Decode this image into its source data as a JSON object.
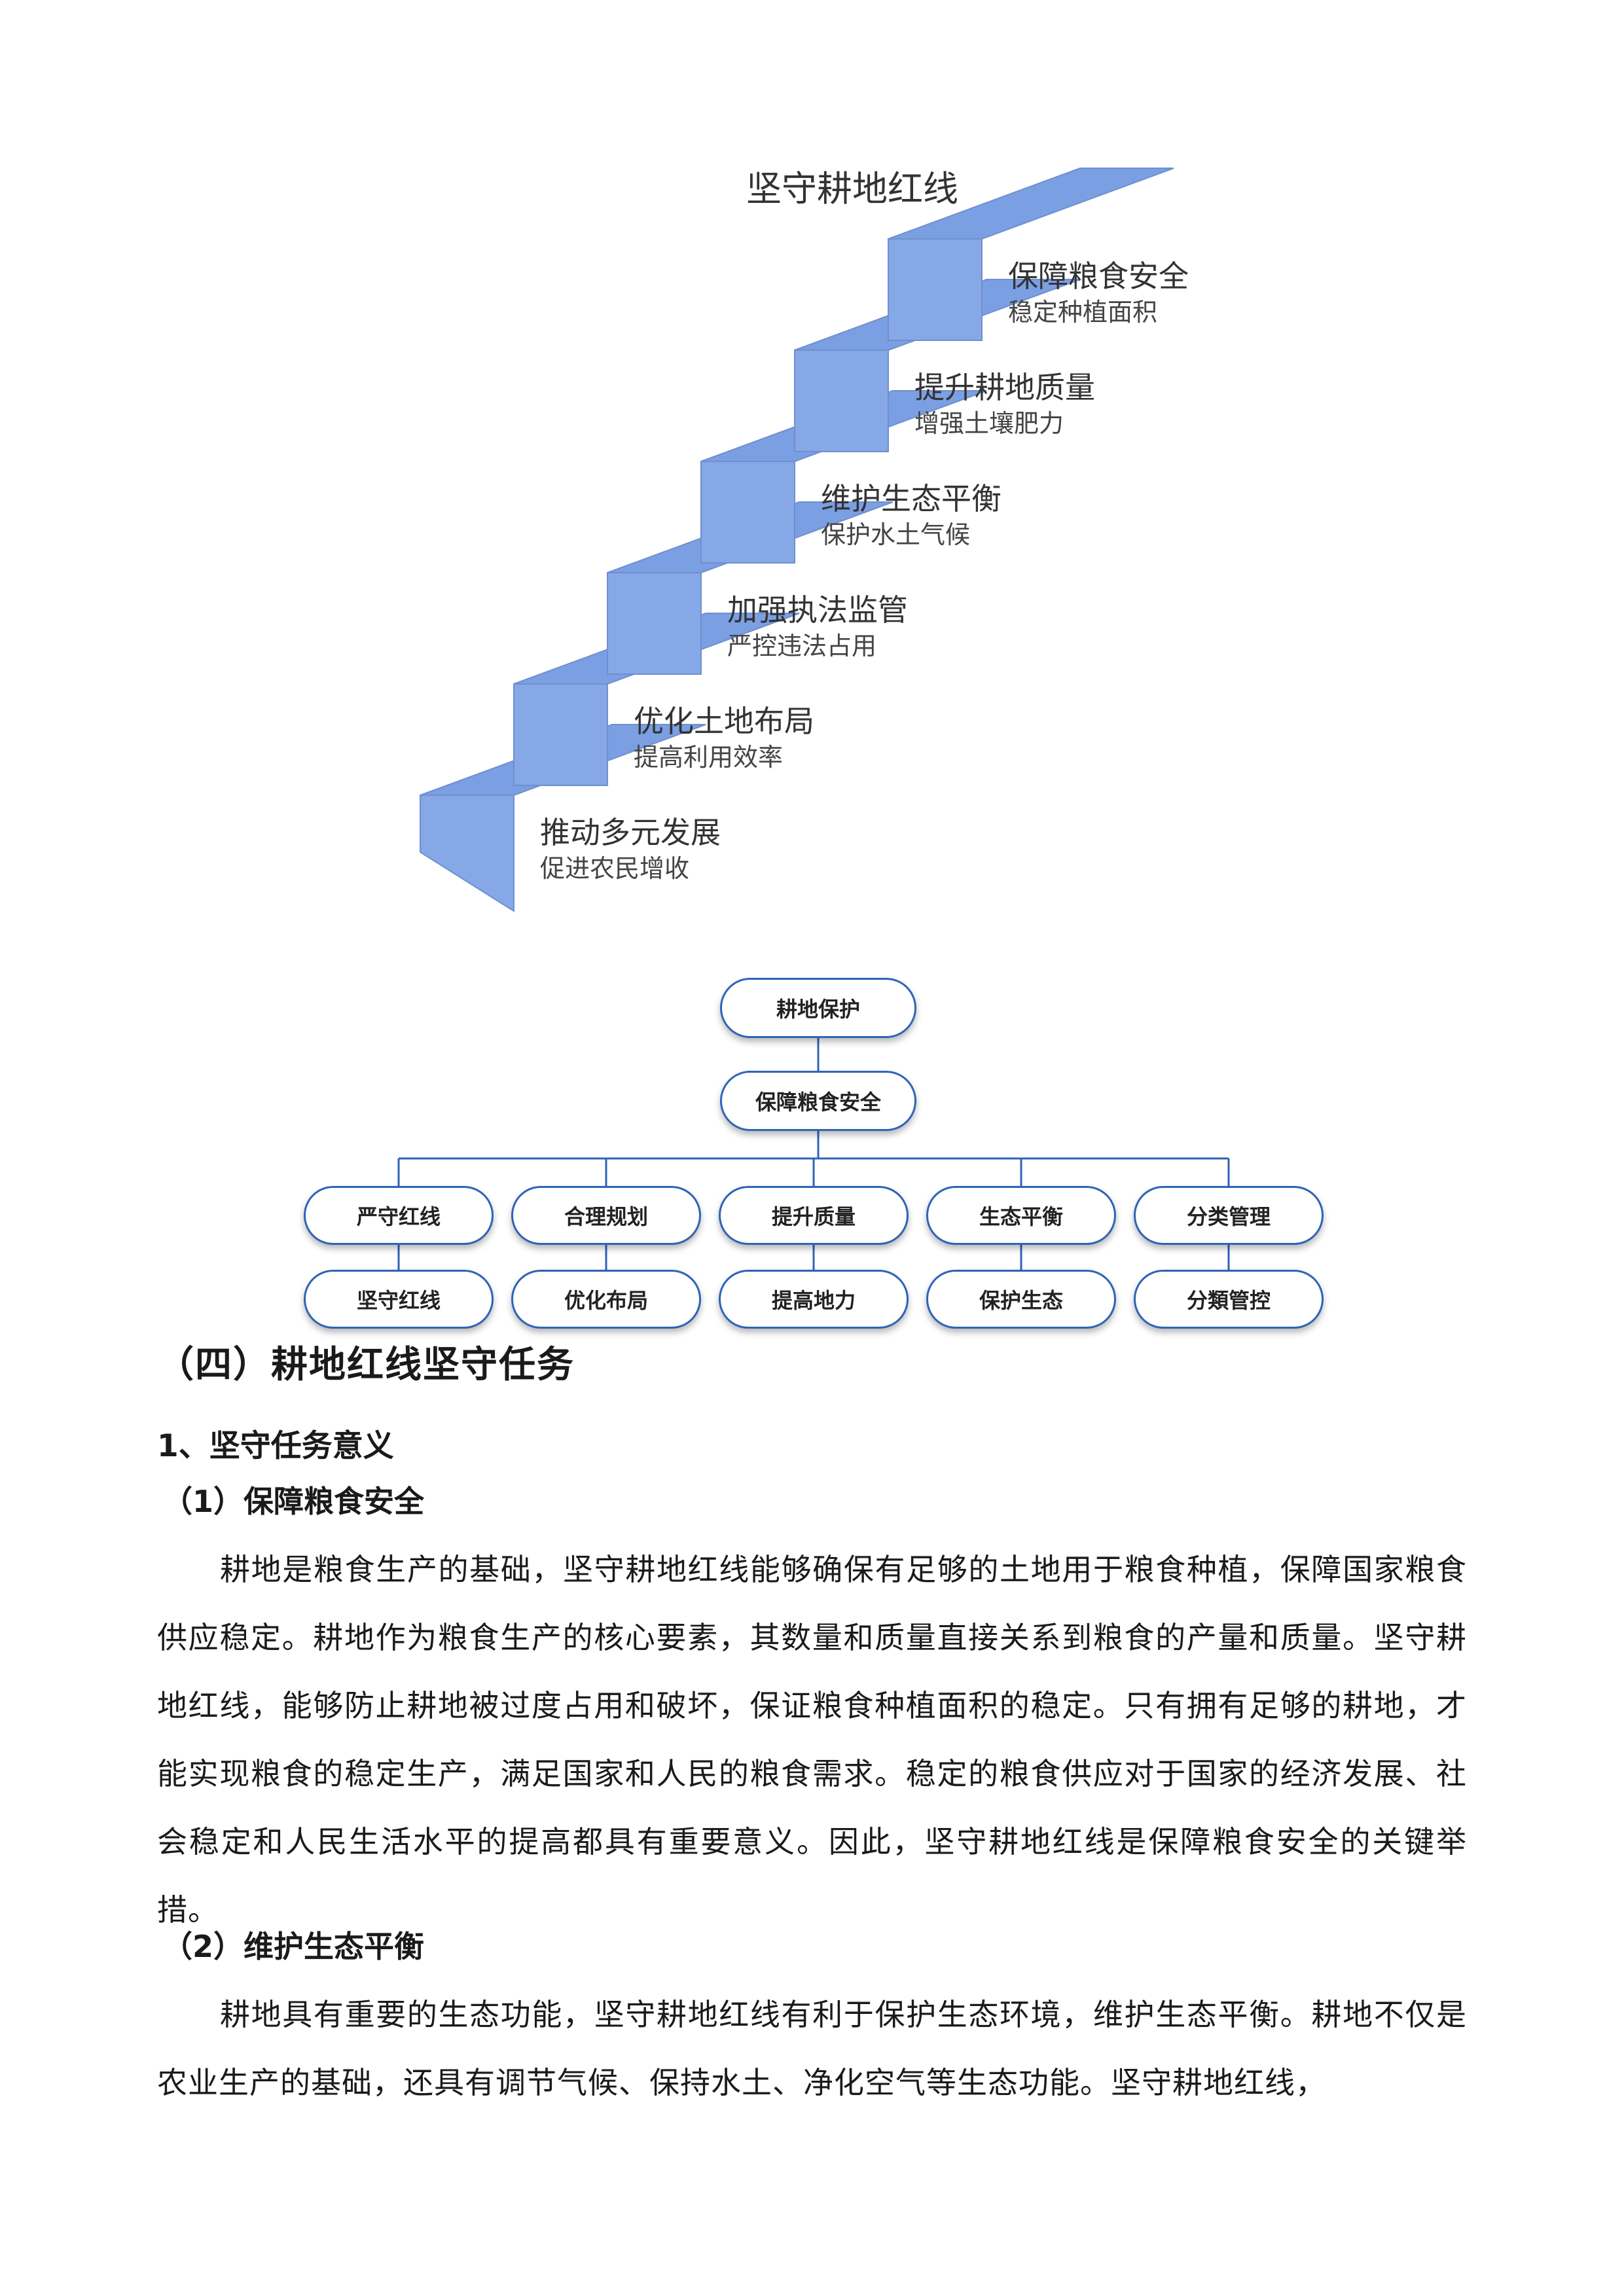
{
  "stairs": {
    "title": "坚守耕地红线",
    "steps": [
      {
        "main": "推动多元发展",
        "sub": "促进农民增收"
      },
      {
        "main": "优化土地布局",
        "sub": "提高利用效率"
      },
      {
        "main": "加强执法监管",
        "sub": "严控违法占用"
      },
      {
        "main": "维护生态平衡",
        "sub": "保护水土气候"
      },
      {
        "main": "提升耕地质量",
        "sub": "增强土壤肥力"
      },
      {
        "main": "保障粮食安全",
        "sub": "稳定种植面积"
      }
    ],
    "colors": {
      "tread": "#7b9fe3",
      "riser": "#86a8e6",
      "edge": "#6f8fcf"
    }
  },
  "org": {
    "root": "耕地保护",
    "second": "保障粮食安全",
    "branches": [
      {
        "top": "严守红线",
        "bottom": "坚守红线"
      },
      {
        "top": "合理规划",
        "bottom": "优化布局"
      },
      {
        "top": "提升质量",
        "bottom": "提高地力"
      },
      {
        "top": "生态平衡",
        "bottom": "保护生态"
      },
      {
        "top": "分类管理",
        "bottom": "分類管控"
      }
    ],
    "line_color": "#2f63b8"
  },
  "section": {
    "heading": "（四）耕地红线坚守任务",
    "subheading": "1、坚守任务意义",
    "items": [
      {
        "title": "（1）保障粮食安全",
        "text": "耕地是粮食生产的基础，坚守耕地红线能够确保有足够的土地用于粮食种植，保障国家粮食供应稳定。耕地作为粮食生产的核心要素，其数量和质量直接关系到粮食的产量和质量。坚守耕地红线，能够防止耕地被过度占用和破坏，保证粮食种植面积的稳定。只有拥有足够的耕地，才能实现粮食的稳定生产，满足国家和人民的粮食需求。稳定的粮食供应对于国家的经济发展、社会稳定和人民生活水平的提高都具有重要意义。因此，坚守耕地红线是保障粮食安全的关键举措。"
      },
      {
        "title": "（2）维护生态平衡",
        "text": "耕地具有重要的生态功能，坚守耕地红线有利于保护生态环境，维护生态平衡。耕地不仅是农业生产的基础，还具有调节气候、保持水土、净化空气等生态功能。坚守耕地红线，"
      }
    ]
  }
}
